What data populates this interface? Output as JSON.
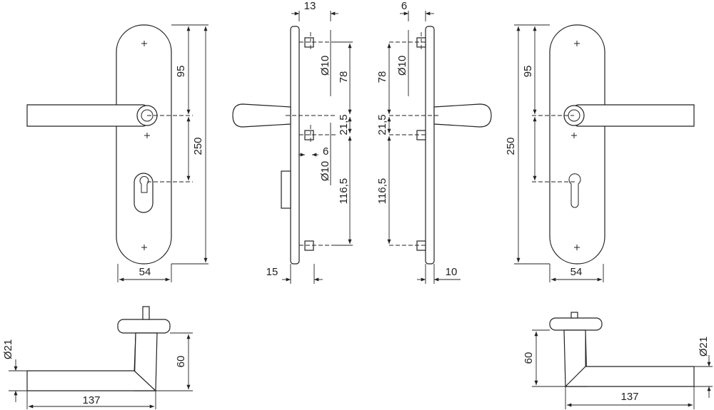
{
  "labels": {
    "fv_left_95": "95",
    "fv_left_250": "250",
    "fv_left_54": "54",
    "sv_left_13": "13",
    "sv_left_d10a": "Ø10",
    "sv_left_78": "78",
    "sv_left_215": "21,5",
    "sv_left_6": "6",
    "sv_left_d10b": "Ø10",
    "sv_left_1165": "116,5",
    "sv_left_15": "15",
    "sv_right_6": "6",
    "sv_right_d10": "Ø10",
    "sv_right_78": "78",
    "sv_right_215": "21,5",
    "sv_right_1165": "116,5",
    "sv_right_10": "10",
    "fv_right_95": "95",
    "fv_right_250": "250",
    "fv_right_54": "54",
    "tv_left_d21": "Ø21",
    "tv_left_60": "60",
    "tv_left_137": "137",
    "tv_right_60": "60",
    "tv_right_d21": "Ø21",
    "tv_right_137": "137"
  },
  "colors": {
    "line": "#222222",
    "background": "#ffffff"
  }
}
